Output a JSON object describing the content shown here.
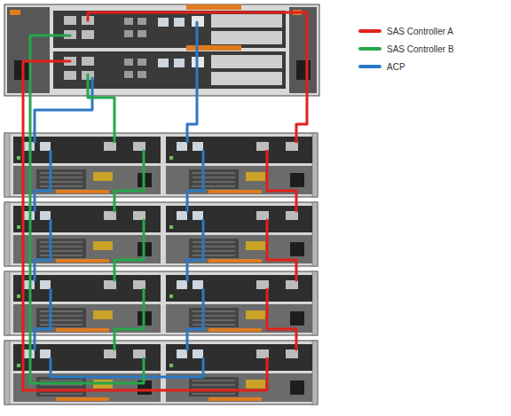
{
  "diagram": {
    "legend": [
      {
        "text": "SAS Controller A",
        "color": "#e3201b"
      },
      {
        "text": "SAS Controller B",
        "color": "#24a84a"
      },
      {
        "text": "ACP",
        "color": "#2a79c4"
      }
    ]
  }
}
